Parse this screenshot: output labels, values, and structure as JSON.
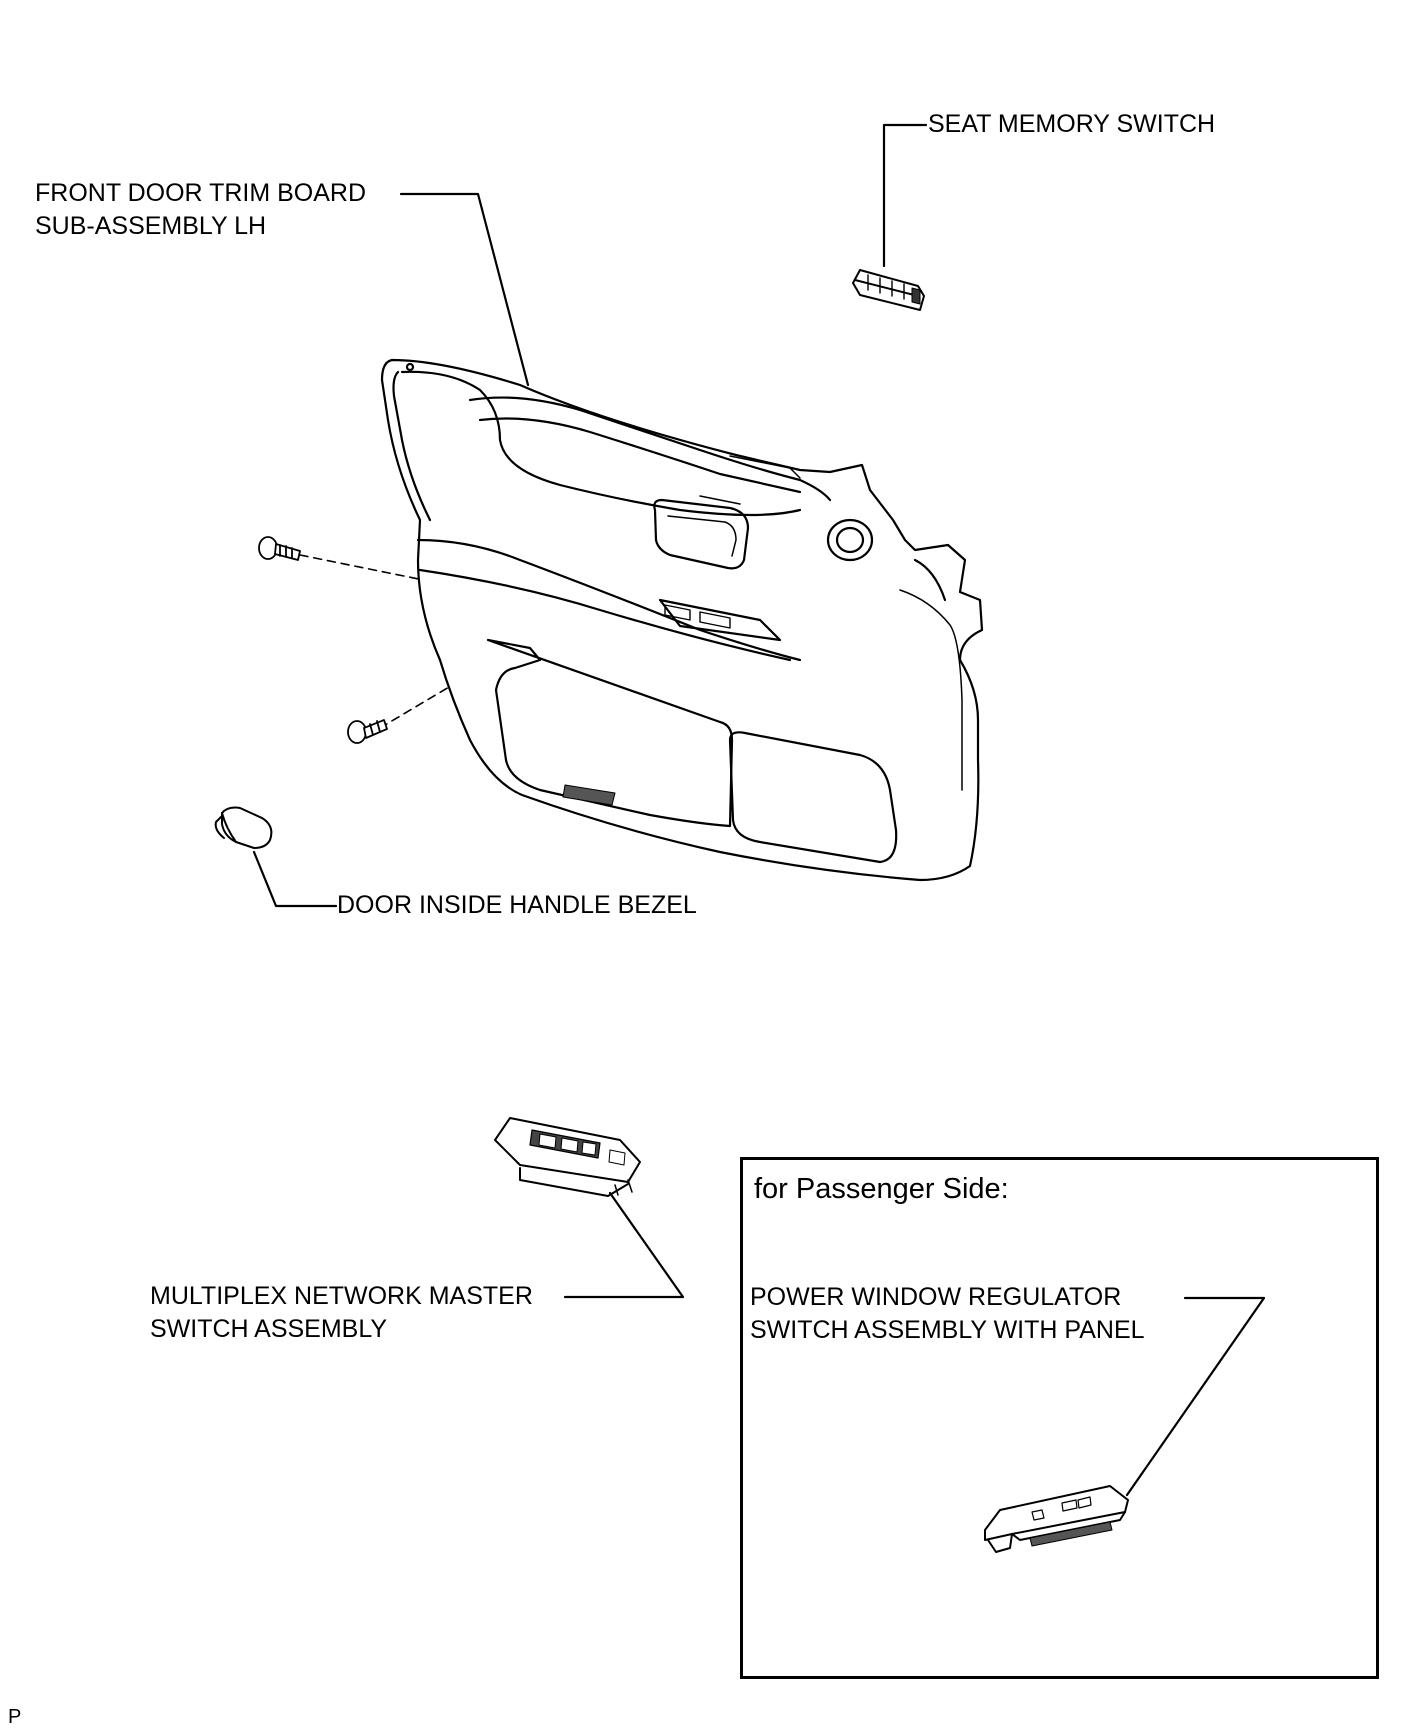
{
  "labels": {
    "seat_memory_switch": "SEAT MEMORY SWITCH",
    "front_door_trim_line1": "FRONT DOOR TRIM BOARD",
    "front_door_trim_line2": "SUB-ASSEMBLY LH",
    "door_inside_handle_bezel": "DOOR INSIDE HANDLE BEZEL",
    "multiplex_line1": "MULTIPLEX NETWORK MASTER",
    "multiplex_line2": "SWITCH ASSEMBLY",
    "power_window_line1": "POWER WINDOW REGULATOR",
    "power_window_line2": "SWITCH ASSEMBLY WITH PANEL"
  },
  "inset": {
    "title": "for Passenger Side:"
  },
  "footer_code": "P"
}
